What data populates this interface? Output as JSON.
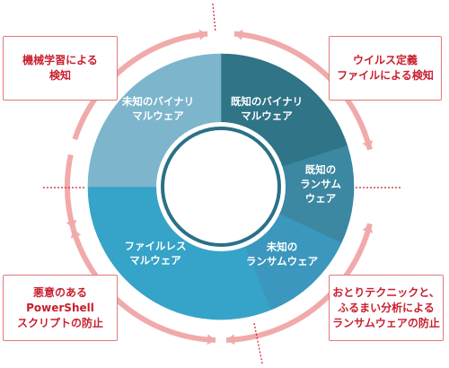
{
  "segments": [
    {
      "id": "known-binary",
      "label": "既知のバイナリ\nマルウェア",
      "color": "#2f7487"
    },
    {
      "id": "known-ransom",
      "label": "既知の\nランサム\nウェア",
      "color": "#3c87a1"
    },
    {
      "id": "unknown-ransom",
      "label": "未知の\nランサムウェア",
      "color": "#3b97bd"
    },
    {
      "id": "fileless",
      "label": "ファイルレス\nマルウェア",
      "color": "#36a3c8"
    },
    {
      "id": "unknown-binary",
      "label": "未知のバイナリ\nマルウェア",
      "color": "#7db5cc"
    }
  ],
  "callouts": {
    "top_left": "機械学習による\n検知",
    "top_right": "ウイルス定義\nファイルによる検知",
    "bottom_left": "悪意のある\nPowerShell\nスクリプトの防止",
    "bottom_right": "おとりテクニックと、\nふるまい分析による\nランサムウェアの防止"
  },
  "colors": {
    "arrow": "#f1aaaa",
    "divider": "#c8202f",
    "callout_text": "#c8202f",
    "callout_border": "#e07a7a"
  }
}
